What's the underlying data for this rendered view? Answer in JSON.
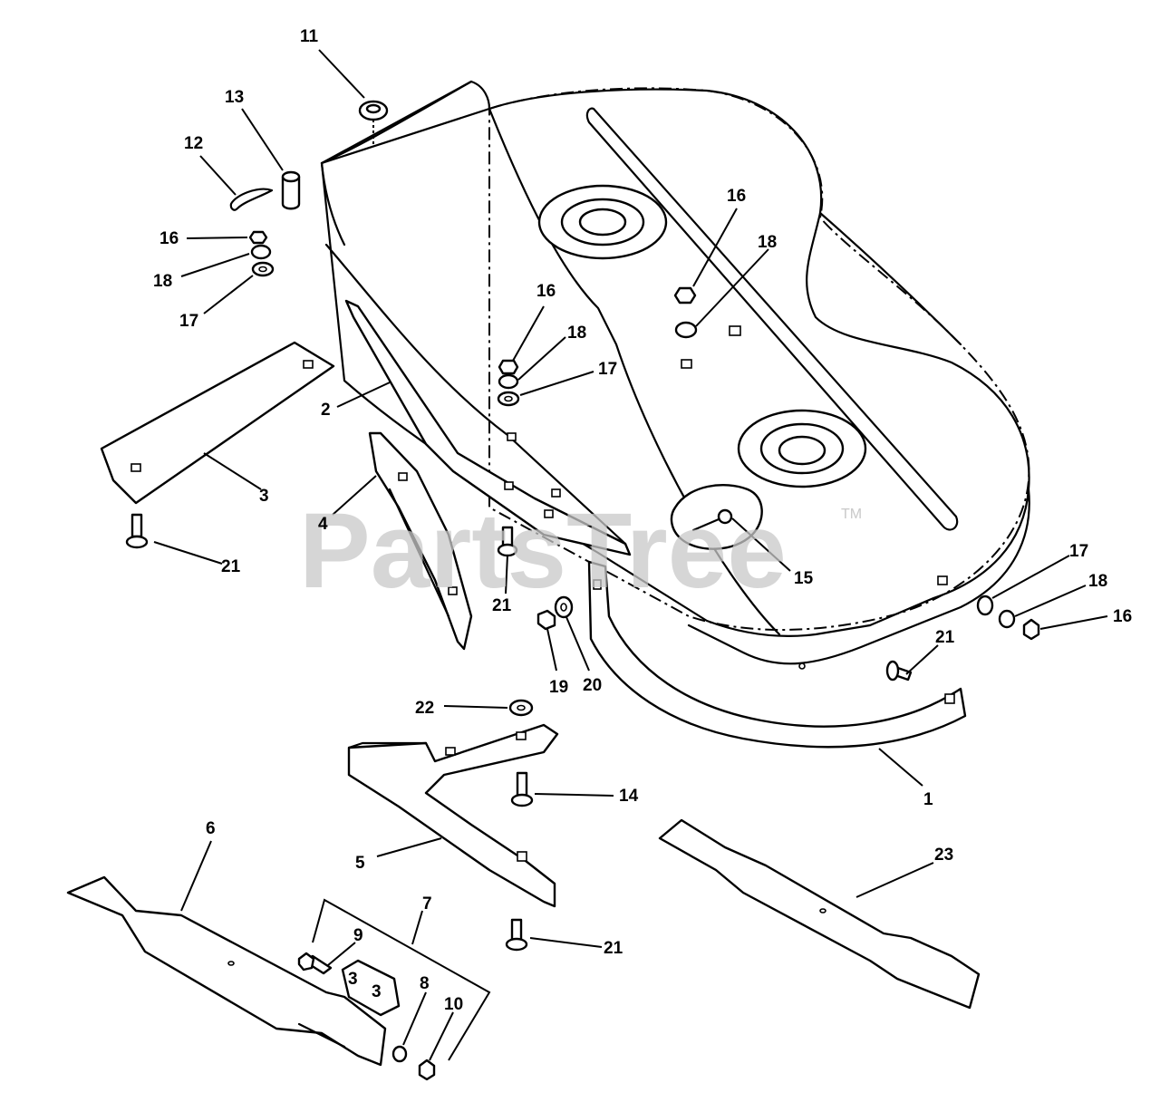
{
  "watermark": {
    "text": "PartsTree",
    "trademark": "TM"
  },
  "callouts": [
    {
      "id": "c1",
      "label": "1"
    },
    {
      "id": "c2",
      "label": "2"
    },
    {
      "id": "c3",
      "label": "3"
    },
    {
      "id": "c4",
      "label": "4"
    },
    {
      "id": "c5",
      "label": "5"
    },
    {
      "id": "c6",
      "label": "6"
    },
    {
      "id": "c7",
      "label": "7"
    },
    {
      "id": "c8",
      "label": "8"
    },
    {
      "id": "c9",
      "label": "9"
    },
    {
      "id": "c10",
      "label": "10"
    },
    {
      "id": "c11",
      "label": "11"
    },
    {
      "id": "c12",
      "label": "12"
    },
    {
      "id": "c13",
      "label": "13"
    },
    {
      "id": "c14",
      "label": "14"
    },
    {
      "id": "c15",
      "label": "15"
    },
    {
      "id": "c16a",
      "label": "16"
    },
    {
      "id": "c16b",
      "label": "16"
    },
    {
      "id": "c16c",
      "label": "16"
    },
    {
      "id": "c16d",
      "label": "16"
    },
    {
      "id": "c17a",
      "label": "17"
    },
    {
      "id": "c17b",
      "label": "17"
    },
    {
      "id": "c17c",
      "label": "17"
    },
    {
      "id": "c18a",
      "label": "18"
    },
    {
      "id": "c18b",
      "label": "18"
    },
    {
      "id": "c18c",
      "label": "18"
    },
    {
      "id": "c18d",
      "label": "18"
    },
    {
      "id": "c19",
      "label": "19"
    },
    {
      "id": "c20",
      "label": "20"
    },
    {
      "id": "c21a",
      "label": "21"
    },
    {
      "id": "c21b",
      "label": "21"
    },
    {
      "id": "c21c",
      "label": "21"
    },
    {
      "id": "c21d",
      "label": "21"
    },
    {
      "id": "c22",
      "label": "22"
    },
    {
      "id": "c23",
      "label": "23"
    }
  ]
}
